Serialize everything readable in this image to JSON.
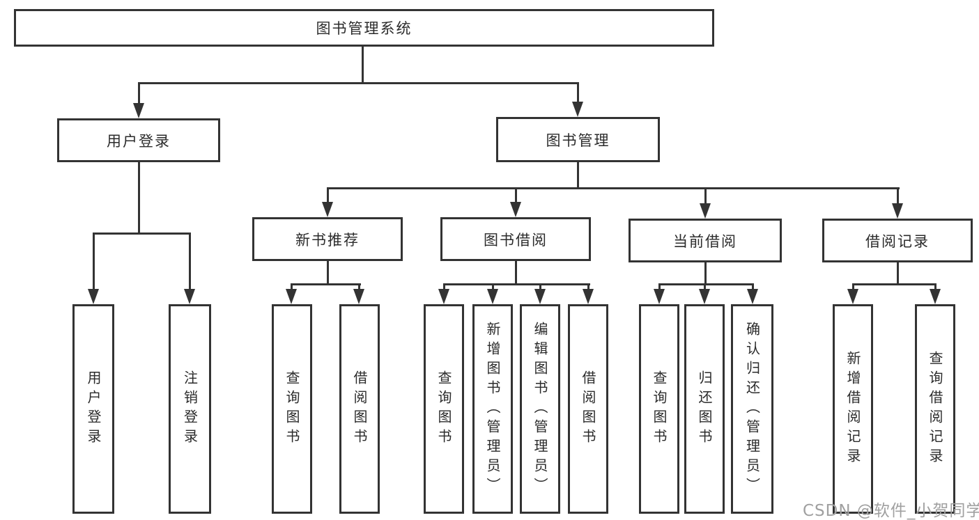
{
  "tree": {
    "label": "图书管理系统",
    "children": [
      {
        "label": "用户登录",
        "children": [
          {
            "label": "用户登录"
          },
          {
            "label": "注销登录"
          }
        ]
      },
      {
        "label": "图书管理",
        "children": [
          {
            "label": "新书推荐",
            "children": [
              {
                "label": "查询图书"
              },
              {
                "label": "借阅图书"
              }
            ]
          },
          {
            "label": "图书借阅",
            "children": [
              {
                "label": "查询图书"
              },
              {
                "label": "新增图书（管理员）"
              },
              {
                "label": "编辑图书（管理员）"
              },
              {
                "label": "借阅图书"
              }
            ]
          },
          {
            "label": "当前借阅",
            "children": [
              {
                "label": "查询图书"
              },
              {
                "label": "归还图书"
              },
              {
                "label": "确认归还（管理员）"
              }
            ]
          },
          {
            "label": "借阅记录",
            "children": [
              {
                "label": "新增借阅记录"
              },
              {
                "label": "查询借阅记录"
              }
            ]
          }
        ]
      }
    ]
  },
  "watermark": {
    "text": "CSDN @软件_小贺同学"
  },
  "colors": {
    "line": "#333333",
    "text": "#2b2b2b",
    "watermark": "#a0a0a0",
    "background": "#ffffff"
  }
}
